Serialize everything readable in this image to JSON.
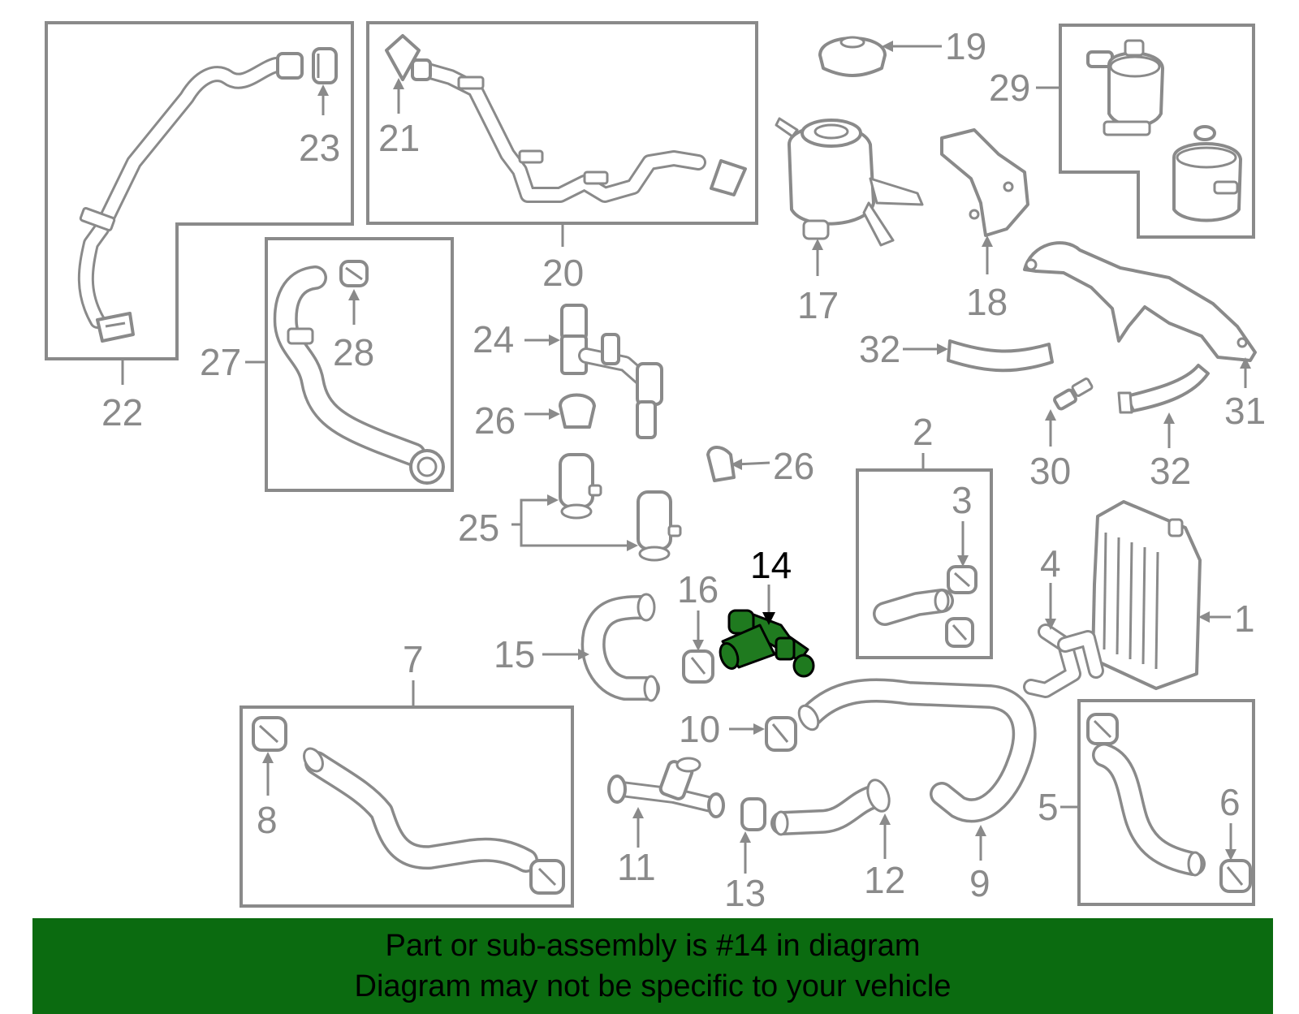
{
  "callouts": {
    "c1": "1",
    "c2": "2",
    "c3": "3",
    "c4": "4",
    "c5": "5",
    "c6": "6",
    "c7": "7",
    "c8": "8",
    "c9": "9",
    "c10": "10",
    "c11": "11",
    "c12": "12",
    "c13": "13",
    "c14": "14",
    "c15": "15",
    "c16": "16",
    "c17": "17",
    "c18": "18",
    "c19": "19",
    "c20": "20",
    "c21": "21",
    "c22": "22",
    "c23": "23",
    "c24": "24",
    "c25": "25",
    "c26a": "26",
    "c26b": "26",
    "c27": "27",
    "c28": "28",
    "c29": "29",
    "c30": "30",
    "c31": "31",
    "c32a": "32",
    "c32b": "32"
  },
  "highlight": {
    "part_number": "14",
    "color": "#1f7a1f"
  },
  "banner": {
    "line1": "Part or sub-assembly is #14 in diagram",
    "line2": "Diagram may not be specific to your vehicle",
    "color": "#0b6b10"
  }
}
